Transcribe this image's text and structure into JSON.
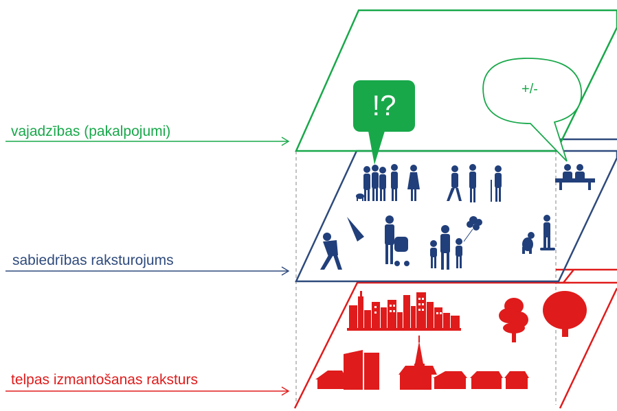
{
  "layers": [
    {
      "id": "needs",
      "label": "vajadzības (pakalpojumi)",
      "color": "#18a84a"
    },
    {
      "id": "society",
      "label": "sabiedrības raksturojums",
      "color": "#2e4a7c"
    },
    {
      "id": "space",
      "label": "telpas izmantošanas raksturs",
      "color": "#e01b1b"
    }
  ],
  "callouts": {
    "question": {
      "text": "!?",
      "fill": "#18a84a",
      "text_color": "#ffffff"
    },
    "opinion": {
      "text": "+/-",
      "stroke": "#18a84a",
      "text_color": "#18a84a"
    }
  },
  "icons": {
    "society_color": "#213f7a",
    "space_color": "#e01b1b"
  }
}
